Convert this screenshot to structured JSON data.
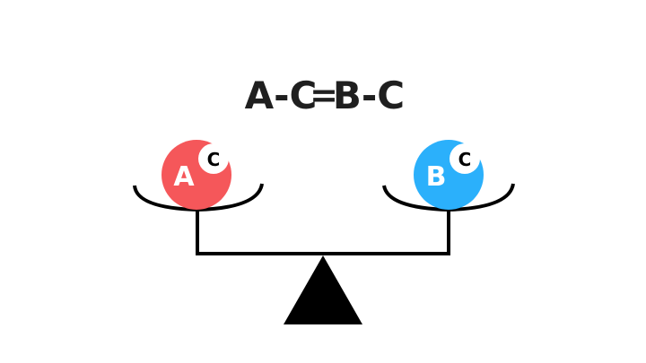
{
  "equation": {
    "left": "A-C",
    "operator": "=",
    "right": "B-C"
  },
  "balls": {
    "left": {
      "label": "A",
      "badge": "C",
      "color": "#f5575a"
    },
    "right": {
      "label": "B",
      "badge": "C",
      "color": "#2bb0fb"
    }
  },
  "colors": {
    "text": "#1f1f1f",
    "structure": "#000000",
    "badge_fill": "#ffffff",
    "ball_text": "#ffffff",
    "badge_text": "#000000"
  }
}
